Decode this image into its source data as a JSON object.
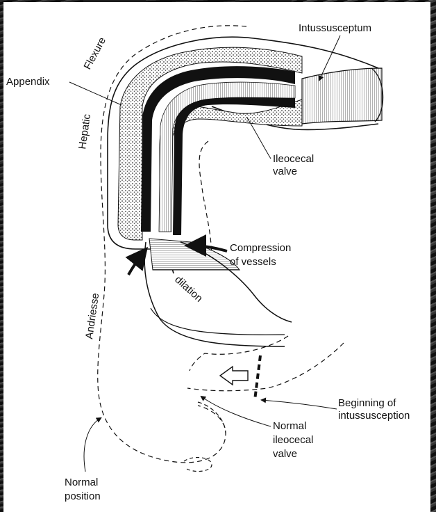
{
  "labels": {
    "intussusceptum": "Intussusceptum",
    "appendix": "Appendix",
    "flexure": "Flexure",
    "hepatic": "Hepatic",
    "ileocecal_valve_1": "Ileocecal",
    "ileocecal_valve_2": "valve",
    "compression_1": "Compression",
    "compression_2": "of vessels",
    "dilation": "dilation",
    "andriesse": "Andriesse",
    "beginning_1": "Beginning of",
    "beginning_2": "intussusception",
    "normal_valve_1": "Normal",
    "normal_valve_2": "ileocecal",
    "normal_valve_3": "valve",
    "normal_position_1": "Normal",
    "normal_position_2": "position"
  },
  "colors": {
    "ink": "#111111",
    "paper": "#ffffff",
    "stipple": "#555555"
  }
}
